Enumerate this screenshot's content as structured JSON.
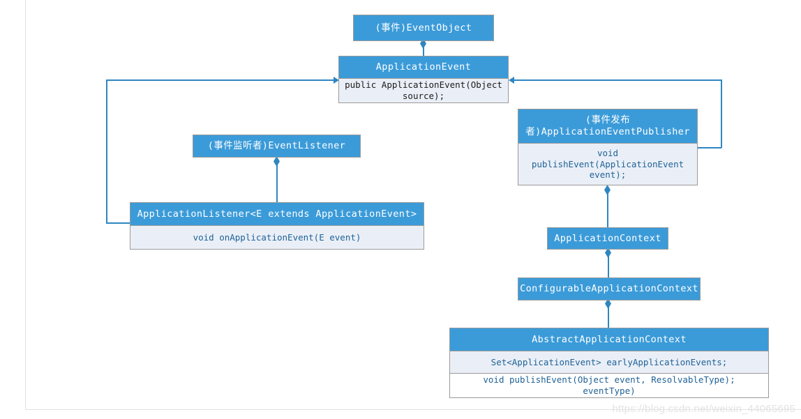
{
  "diagram": {
    "title": "Spring ApplicationEvent class hierarchy",
    "colors": {
      "header_blue": "#3b9bd9",
      "body_fill": "#eaeff7",
      "connector": "#2e86c1",
      "body_text": "#1f6296",
      "dark_text": "#1b1b1b",
      "box_border": "#9a9a9a",
      "frame_border": "#e2e2e2",
      "watermark": "#e3e3e3"
    },
    "boxes": [
      {
        "id": "event-object",
        "header": "(事件)EventObject",
        "rows": []
      },
      {
        "id": "application-event",
        "header": "ApplicationEvent",
        "rows": [
          "public ApplicationEvent(Object\nsource);"
        ]
      },
      {
        "id": "event-listener",
        "header": "(事件监听者)EventListener",
        "rows": []
      },
      {
        "id": "application-listener",
        "header": "ApplicationListener<E extends ApplicationEvent>",
        "rows": [
          "void onApplicationEvent(E event)"
        ]
      },
      {
        "id": "application-event-publisher",
        "header": "(事件发布\n者)ApplicationEventPublisher",
        "rows": [
          "void\npublishEvent(ApplicationEvent\nevent);"
        ]
      },
      {
        "id": "application-context",
        "header": "ApplicationContext",
        "rows": []
      },
      {
        "id": "configurable-application-context",
        "header": "ConfigurableApplicationContext",
        "rows": []
      },
      {
        "id": "abstract-application-context",
        "header": "AbstractApplicationContext",
        "rows": [
          "Set<ApplicationEvent> earlyApplicationEvents;",
          "void publishEvent(Object event, ResolvableType);\neventType)"
        ]
      }
    ]
  },
  "watermark": {
    "text": "https://blog.csdn.net/weixin_44065695"
  }
}
